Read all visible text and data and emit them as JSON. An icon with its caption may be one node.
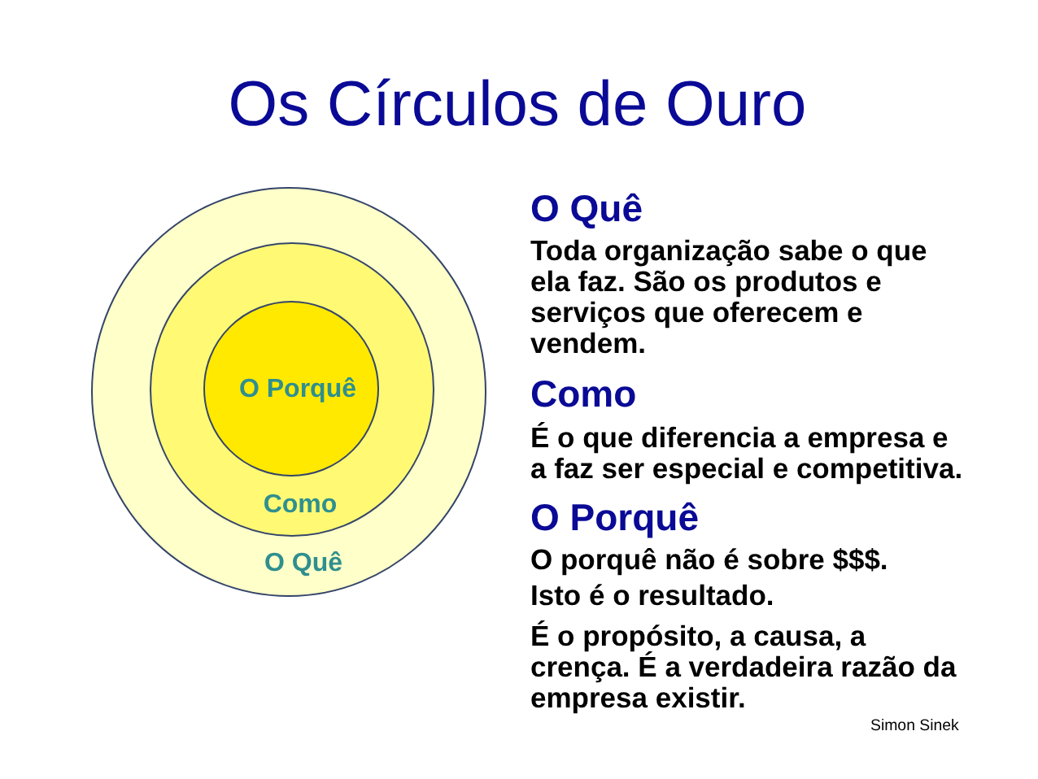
{
  "diagram": {
    "title": "Os Círculos de Ouro",
    "nodes": [
      {
        "text": [
          "O Quê"
        ]
      },
      {
        "text": [
          "Como"
        ],
        "in": 0
      },
      {
        "text": [
          "O Porquê"
        ],
        "in": 1
      }
    ],
    "labels": [
      "O Quê",
      "Toda organização sabe o que ela faz. São os produtos e serviços que oferecem e vendem.",
      "Como",
      "É o que diferencia a empresa e a faz ser especial e competitiva.",
      "O Porquê",
      "O porquê não é sobre $$$.",
      "Isto é o resultado.",
      "É o propósito, a causa, a crença. É a verdadeira razão da empresa existir.",
      "Simon Sinek"
    ]
  }
}
